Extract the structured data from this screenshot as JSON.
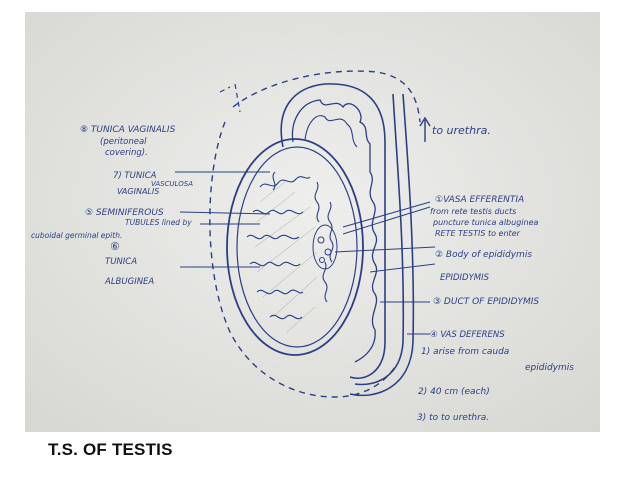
{
  "caption": "T.S. OF TESTIS",
  "colors": {
    "paper": "#e4e4e1",
    "ink": "#2c3f86",
    "pencil": "#555555",
    "caption": "#111111"
  },
  "labels": {
    "to_urethra": "to urethra.",
    "tunica_vaginalis_1": "⑧ TUNICA VAGINALIS",
    "tunica_vaginalis_2": "(peritoneal",
    "tunica_vaginalis_3": "covering).",
    "tunica_vasculosa_1": "7) TUNICA",
    "tunica_vasculosa_2": "VASCULOSA",
    "tunica_vasculosa_3": "VAGINALIS",
    "seminiferous_1": "⑤ SEMINIFEROUS",
    "seminiferous_2": "TUBULES lined by",
    "seminiferous_3": "cuboidal germinal epith.",
    "albuginea_1": "⑥",
    "albuginea_2": "TUNICA",
    "albuginea_3": "ALBUGINEA",
    "vasa_1": "①VASA EFFERENTIA",
    "vasa_2": "from rete testis ducts",
    "vasa_3": "puncture tunica albuginea",
    "rete": "RETE TESTIS to enter",
    "body_epid_1": "② Body of epididymis",
    "body_epid_2": "EPIDIDYMIS",
    "duct_epid": "③ DUCT OF EPIDIDYMIS",
    "vas_1": "④ VAS DEFERENS",
    "vas_2": "1) arise from cauda",
    "vas_3": "epididymis",
    "vas_4": "2) 40 cm (each)",
    "vas_5": "3) to to urethra."
  }
}
